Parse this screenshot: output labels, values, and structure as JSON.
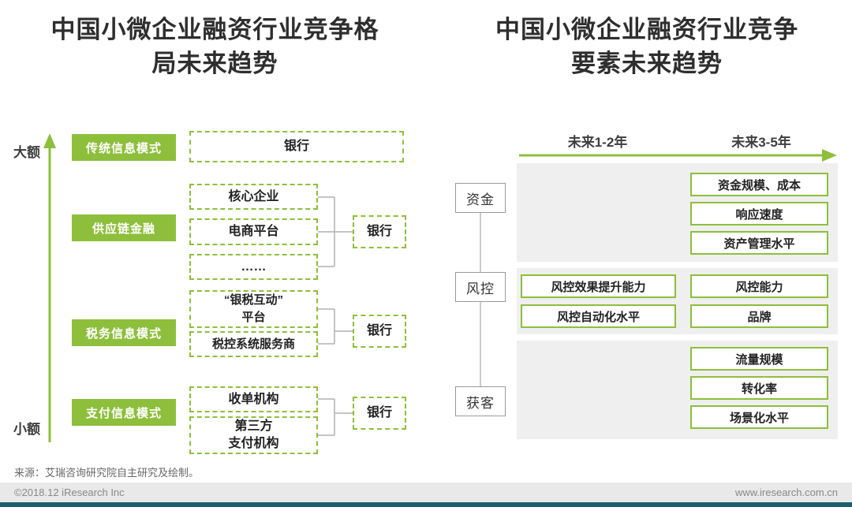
{
  "left_chart": {
    "title": "中国小微企业融资行业竞争格\n局未来趋势",
    "axis": {
      "top_label": "大额",
      "bottom_label": "小额"
    },
    "rows": [
      {
        "mode": "传统信息模式",
        "items": [
          "银行"
        ],
        "bank": ""
      },
      {
        "mode": "供应链金融",
        "items": [
          "核心企业",
          "电商平台",
          "……"
        ],
        "bank": "银行"
      },
      {
        "mode": "税务信息模式",
        "items": [
          "“银税互动”\n平台",
          "税控系统服务商"
        ],
        "bank": "银行"
      },
      {
        "mode": "支付信息模式",
        "items": [
          "收单机构",
          "第三方\n支付机构"
        ],
        "bank": "银行"
      }
    ]
  },
  "right_chart": {
    "title": "中国小微企业融资行业竞争\n要素未来趋势",
    "timeline": {
      "near_label": "未来1-2年",
      "far_label": "未来3-5年"
    },
    "factors": [
      {
        "label": "资金",
        "near": [],
        "far": [
          "资金规模、成本",
          "响应速度",
          "资产管理水平"
        ]
      },
      {
        "label": "风控",
        "near": [
          "风控效果提升能力",
          "风控自动化水平"
        ],
        "far": [
          "风控能力",
          "品牌"
        ]
      },
      {
        "label": "获客",
        "near": [],
        "far": [
          "流量规模",
          "转化率",
          "场景化水平"
        ]
      }
    ]
  },
  "footer": {
    "source": "来源：艾瑞咨询研究院自主研究及绘制。",
    "copyright": "©2018.12 iResearch Inc",
    "website": "www.iresearch.com.cn"
  },
  "colors": {
    "brand_green": "#8DBF3C",
    "footer_teal": "#1A616D",
    "band_gray": "#EFEFEF"
  }
}
